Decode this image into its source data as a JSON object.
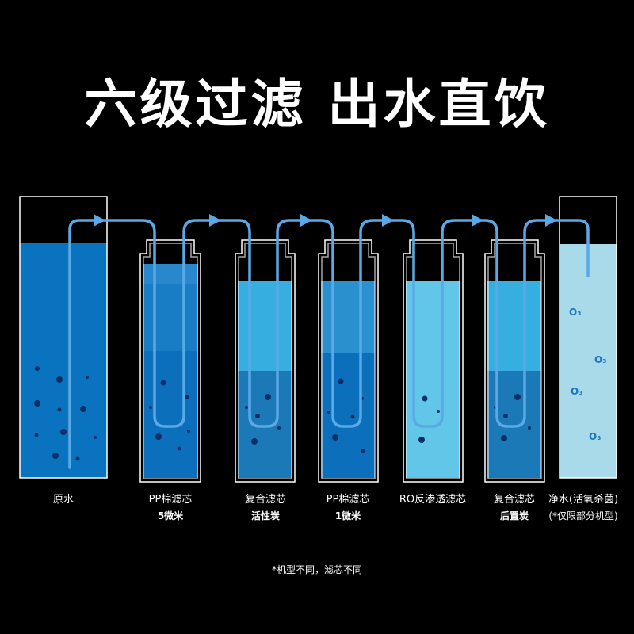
{
  "title": "六级过滤 出水直饮",
  "colors": {
    "background": "#000000",
    "raw_water": "#0a73bf",
    "dark_blue": "#0c6fbb",
    "mid_blue": "#1f84c4",
    "light_blue": "#37aee0",
    "ro_blue": "#62c6e8",
    "pure_water": "#a9daea",
    "pipe": "#5aa9e6",
    "outline": "#ffffff"
  },
  "stages": [
    {
      "name": "原水",
      "sub": ""
    },
    {
      "name": "PP棉滤芯",
      "sub": "5微米"
    },
    {
      "name": "复合滤芯",
      "sub": "活性炭"
    },
    {
      "name": "PP棉滤芯",
      "sub": "1微米"
    },
    {
      "name": "RO反渗透滤芯",
      "sub": ""
    },
    {
      "name": "复合滤芯",
      "sub": "后置炭"
    },
    {
      "name": "净水(活氧杀菌)",
      "sub": "(*仅限部分机型)"
    }
  ],
  "ozone_label": "O₃",
  "footnote": "*机型不同，滤芯不同"
}
